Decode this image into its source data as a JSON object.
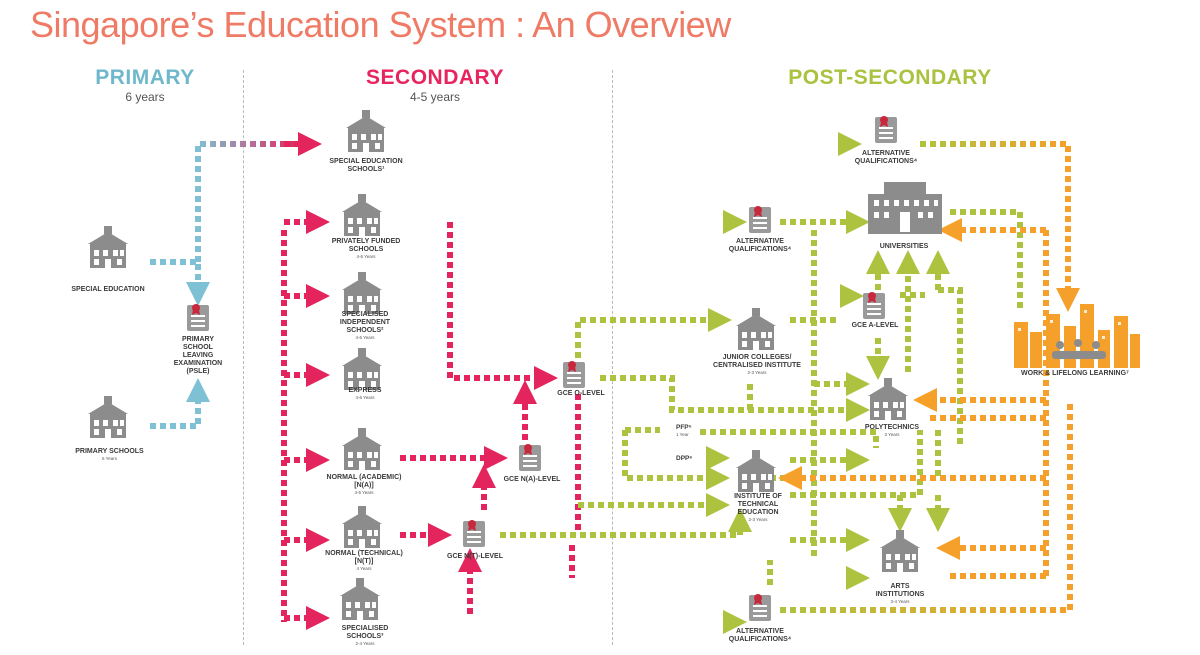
{
  "title": "Singapore’s Education System : An Overview",
  "stages": {
    "primary": {
      "title": "PRIMARY",
      "sub": "6 years",
      "color": "#6fb8cc"
    },
    "secondary": {
      "title": "SECONDARY",
      "sub": "4-5 years",
      "color": "#e8245f"
    },
    "post": {
      "title": "POST-SECONDARY",
      "color": "#a9c23f"
    }
  },
  "colors": {
    "blue": "#7fc1d4",
    "pink": "#e4245d",
    "green": "#adc23f",
    "orange": "#f5a02a",
    "icon": "#8c8c8c"
  },
  "nodes": {
    "special_education": {
      "label": "SPECIAL EDUCATION"
    },
    "primary_schools": {
      "label": "PRIMARY SCHOOLS",
      "dur": "6 Years"
    },
    "psle": {
      "label": "PRIMARY SCHOOL LEAVING EXAMINATION (PSLE)"
    },
    "special_education_schools": {
      "label": "SPECIAL EDUCATION SCHOOLS¹"
    },
    "privately_funded": {
      "label": "PRIVATELY FUNDED SCHOOLS",
      "dur": "4-6 Years"
    },
    "specialised_independent": {
      "label": "SPECIALISED INDEPENDENT SCHOOLS²",
      "dur": "4-6 Years"
    },
    "express": {
      "label": "EXPRESS",
      "dur": "4-6 Years"
    },
    "normal_academic": {
      "label": "NORMAL (ACADEMIC) [N(A)]",
      "dur": "4-5 Years"
    },
    "normal_technical": {
      "label": "NORMAL (TECHNICAL) [N(T)]",
      "dur": "4 Years"
    },
    "specialised_schools": {
      "label": "SPECIALISED SCHOOLS³",
      "dur": "2-4 Years"
    },
    "gce_o": {
      "label": "GCE O-LEVEL"
    },
    "gce_na": {
      "label": "GCE N(A)-LEVEL"
    },
    "gce_nt": {
      "label": "GCE N(T)-LEVEL"
    },
    "alt_qual_top": {
      "label": "ALTERNATIVE QUALIFICATIONS⁴"
    },
    "alt_qual_mid": {
      "label": "ALTERNATIVE QUALIFICATIONS⁴"
    },
    "alt_qual_bottom": {
      "label": "ALTERNATIVE QUALIFICATIONS⁴"
    },
    "universities": {
      "label": "UNIVERSITIES"
    },
    "gce_a": {
      "label": "GCE A-LEVEL"
    },
    "junior_colleges": {
      "label": "JUNIOR COLLEGES/ CENTRALISED INSTITUTE",
      "dur": "2-3 Years"
    },
    "polytechnics": {
      "label": "POLYTECHNICS",
      "dur": "3 Years"
    },
    "ite": {
      "label": "INSTITUTE OF TECHNICAL EDUCATION",
      "dur": "2-3 Years"
    },
    "arts": {
      "label": "ARTS INSTITUTIONS",
      "dur": "3-4 Years"
    },
    "work": {
      "label": "WORK & LIFELONG LEARNING⁷"
    },
    "pfp": {
      "label": "PFP⁵",
      "dur": "1 Year"
    },
    "dpp": {
      "label": "DPP⁶"
    }
  }
}
